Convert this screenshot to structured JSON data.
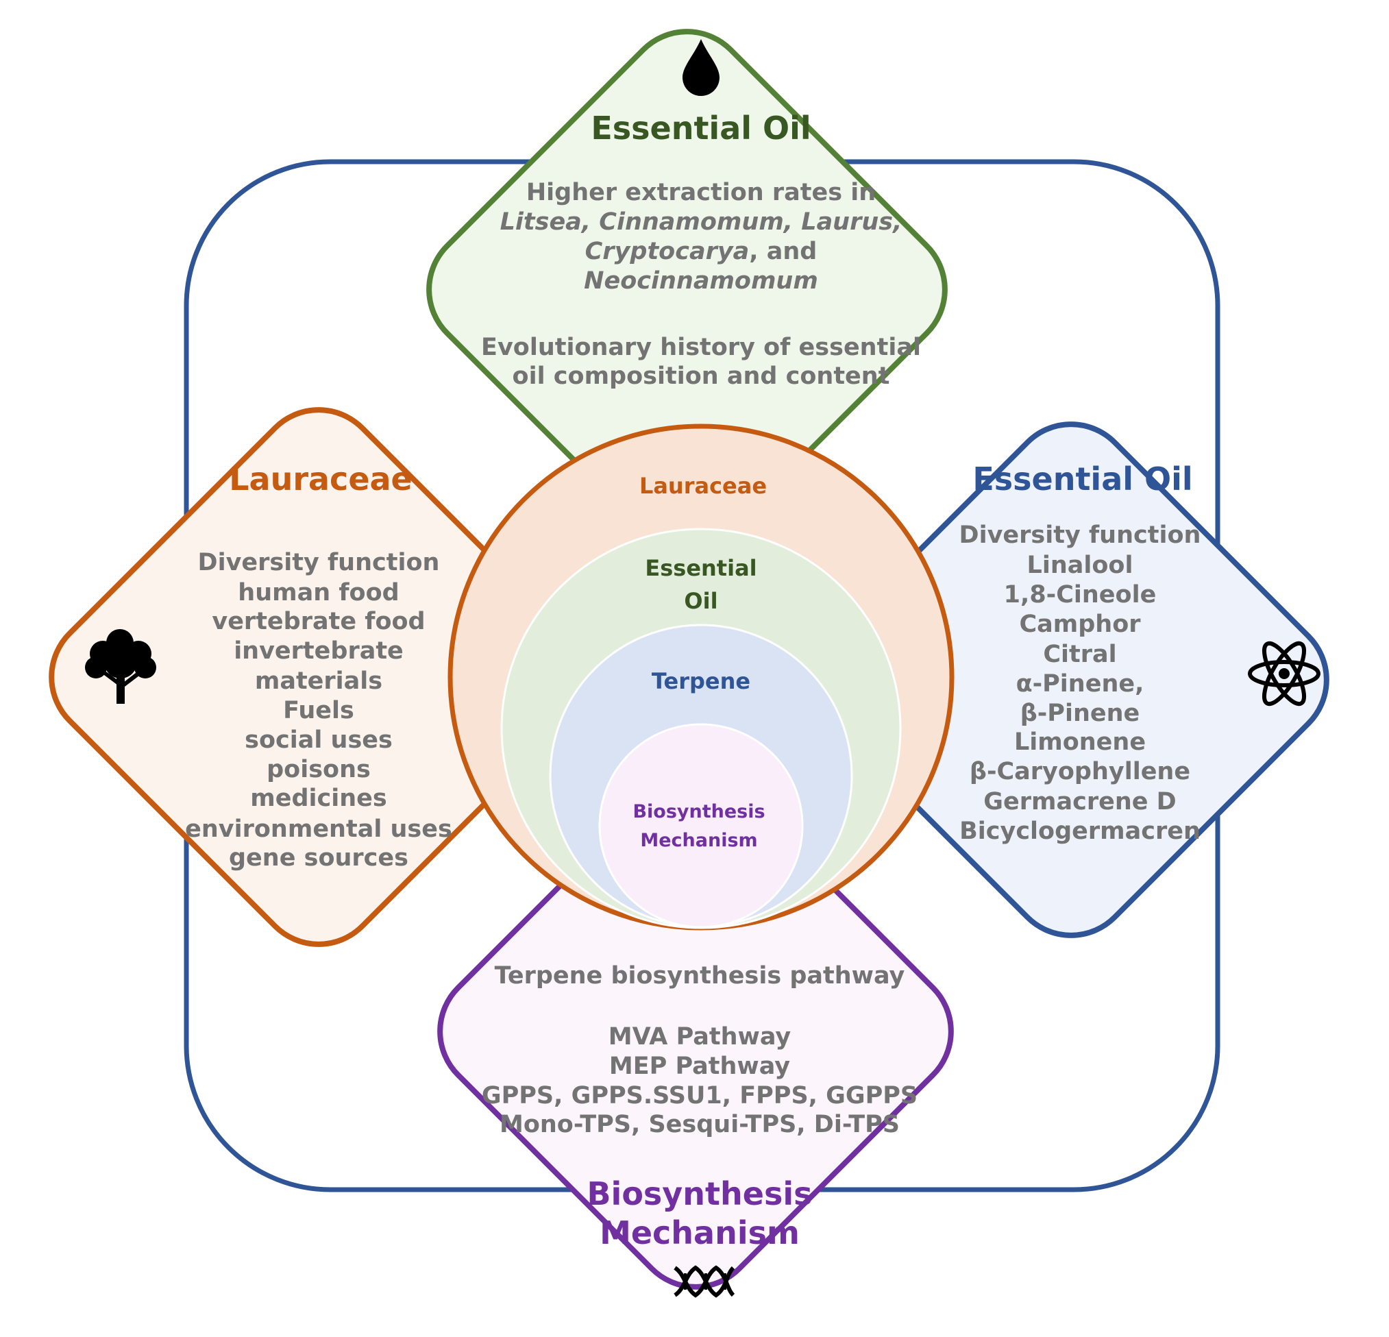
{
  "colors": {
    "green": "#538135",
    "green_fill": "#eff7ea",
    "orange": "#c55a11",
    "orange_fill": "#fcf3ec",
    "blue": "#2f5597",
    "blue_fill": "#eef3fb",
    "purple": "#7030a0",
    "purple_fill": "#fcf5fc",
    "gray_text": "#737373"
  },
  "top_panel": {
    "icon": "oil-drop-icon",
    "title": "Essential Oil",
    "line1": "Higher extraction rates in",
    "line2": "Litsea, Cinnamomum, Laurus,",
    "line3a": "Cryptocarya",
    "line3b": ", and",
    "line4": "Neocinnamomum",
    "line5": "Evolutionary history of essential",
    "line6": "oil composition and content"
  },
  "left_panel": {
    "icon": "tree-icon",
    "title": "Lauraceae",
    "heading": "Diversity function",
    "items": [
      "human food",
      "vertebrate food",
      "invertebrate",
      "materials",
      "Fuels",
      "social uses",
      "poisons",
      "medicines",
      "environmental uses",
      "gene sources"
    ]
  },
  "right_panel": {
    "icon": "atom-icon",
    "title": "Essential Oil",
    "heading": "Diversity function",
    "items": [
      "Linalool",
      "1,8-Cineole",
      "Camphor",
      "Citral",
      "α-Pinene,",
      "β-Pinene",
      "Limonene",
      "β-Caryophyllene",
      "Germacrene D",
      "Bicyclogermacren"
    ]
  },
  "bottom_panel": {
    "icon": "dna-icon",
    "heading": "Terpene biosynthesis pathway",
    "items": [
      "MVA Pathway",
      "MEP Pathway",
      "GPPS, GPPS.SSU1, FPPS, GGPPS",
      "Mono-TPS, Sesqui-TPS, Di-TPS"
    ],
    "title1": "Biosynthesis",
    "title2": "Mechanism"
  },
  "center": {
    "outer": "Lauraceae",
    "second1": "Essential",
    "second2": "Oil",
    "third": "Terpene",
    "inner1": "Biosynthesis",
    "inner2": "Mechanism"
  }
}
